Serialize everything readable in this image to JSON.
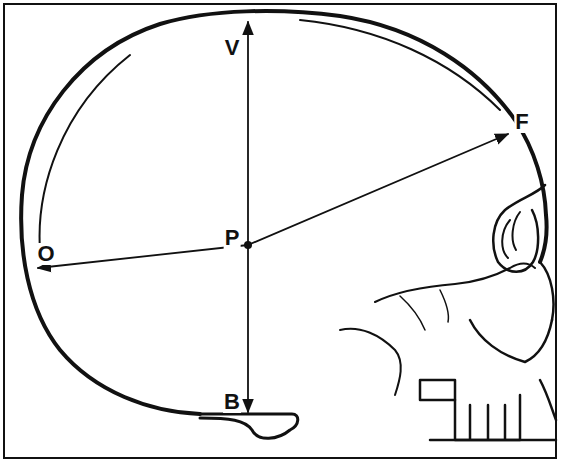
{
  "diagram": {
    "labels": [
      "V",
      "F",
      "O",
      "P",
      "B"
    ]
  }
}
